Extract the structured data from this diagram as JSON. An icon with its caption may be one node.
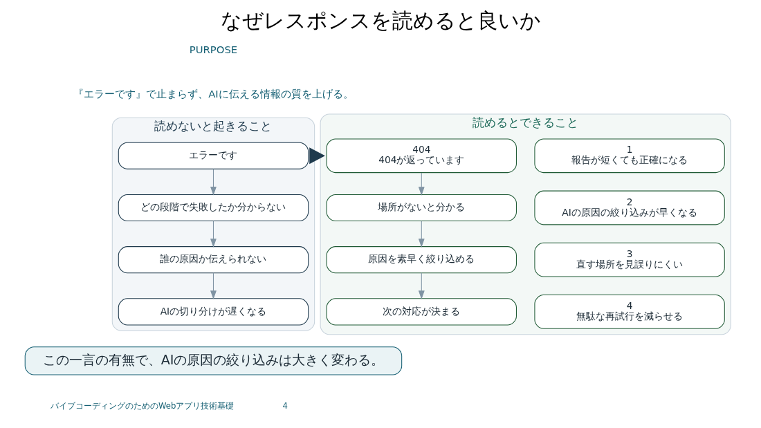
{
  "diagram": {
    "title": "なぜレスポンスを読めると良いか",
    "nodes": [
      {
        "text": [
          "読めないと起きること"
        ]
      },
      {
        "text": [
          "エラーです"
        ],
        "in": 0
      },
      {
        "text": [
          "どの段階で失敗したか分からない"
        ],
        "in": 0
      },
      {
        "text": [
          "誰の原因か伝えられない"
        ],
        "in": 0
      },
      {
        "text": [
          "AIの切り分けが遅くなる"
        ],
        "in": 0
      },
      {
        "text": [
          "読めるとできること"
        ]
      },
      {
        "text": [
          "404",
          "404が返っています"
        ],
        "in": 5
      },
      {
        "text": [
          "場所がないと分かる"
        ],
        "in": 5
      },
      {
        "text": [
          "原因を素早く絞り込める"
        ],
        "in": 5
      },
      {
        "text": [
          "次の対応が決まる"
        ],
        "in": 5
      },
      {
        "text": [
          "1",
          "報告が短くても正確になる"
        ],
        "in": 5
      },
      {
        "text": [
          "2",
          "AIの原因の絞り込みが早くなる"
        ],
        "in": 5
      },
      {
        "text": [
          "3",
          "直す場所を見誤りにくい"
        ],
        "in": 5
      },
      {
        "text": [
          "4",
          "無駄な再試行を減らせる"
        ],
        "in": 5
      },
      {
        "text": [
          "この一言の有無で、AIの原因の絞り込みは大きく変わる。"
        ]
      }
    ],
    "edges": [
      {
        "from": 1,
        "to": 2,
        "arrow": "to"
      },
      {
        "from": 2,
        "to": 3,
        "arrow": "to"
      },
      {
        "from": 3,
        "to": 4,
        "arrow": "to"
      },
      {
        "from": 0,
        "to": 5,
        "arrow": "to",
        "style": "thick",
        "color": "#1f3a4d"
      },
      {
        "from": 6,
        "to": 7,
        "arrow": "to"
      },
      {
        "from": 7,
        "to": 8,
        "arrow": "to"
      },
      {
        "from": 8,
        "to": 9,
        "arrow": "to"
      }
    ],
    "labels": [
      "PURPOSE",
      "『エラーです』で止まらず、AIに伝える情報の質を上げる。",
      "バイブコーディングのためのWebアプリ技術基礎",
      "4"
    ]
  }
}
